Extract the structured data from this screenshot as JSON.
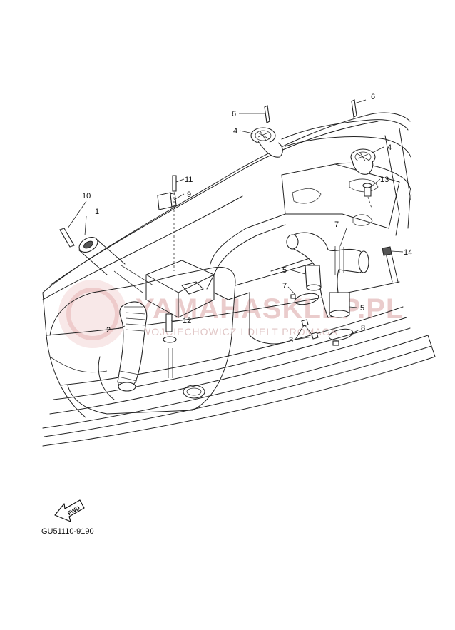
{
  "diagram": {
    "watermark": {
      "title": "YAMAHASKLEP.PL",
      "subtitle": "WOJCIECHOWICZ I DIELT PROMAGA"
    },
    "fwd_label": "FWD",
    "figure_code": "GU51110-9190",
    "callouts": [
      "1",
      "2",
      "3",
      "4",
      "4",
      "5",
      "5",
      "6",
      "6",
      "7",
      "7",
      "8",
      "9",
      "10",
      "11",
      "12",
      "13",
      "14"
    ]
  }
}
